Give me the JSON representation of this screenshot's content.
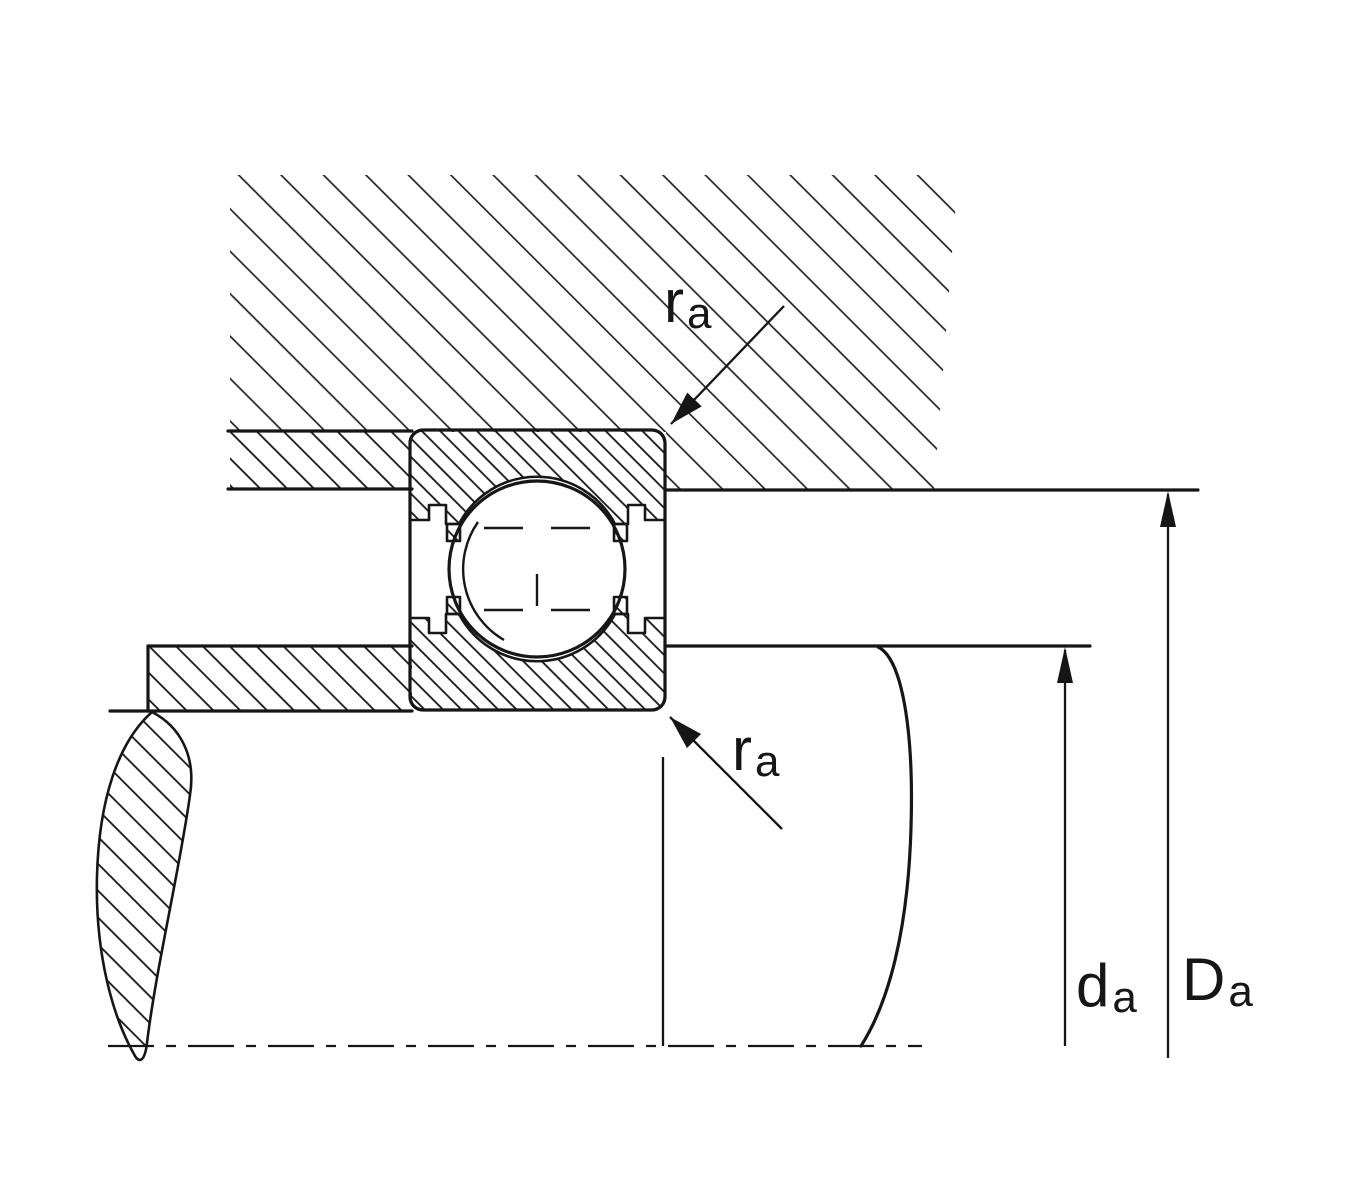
{
  "diagram": {
    "kind": "bearing-mounting-cross-section",
    "colors": {
      "line": "#161616",
      "background": "#ffffff"
    },
    "labels": {
      "ra_top": {
        "base": "r",
        "sub": "a"
      },
      "ra_bottom": {
        "base": "r",
        "sub": "a"
      },
      "da": {
        "base": "d",
        "sub": "a"
      },
      "Da": {
        "base": "D",
        "sub": "a"
      }
    }
  }
}
